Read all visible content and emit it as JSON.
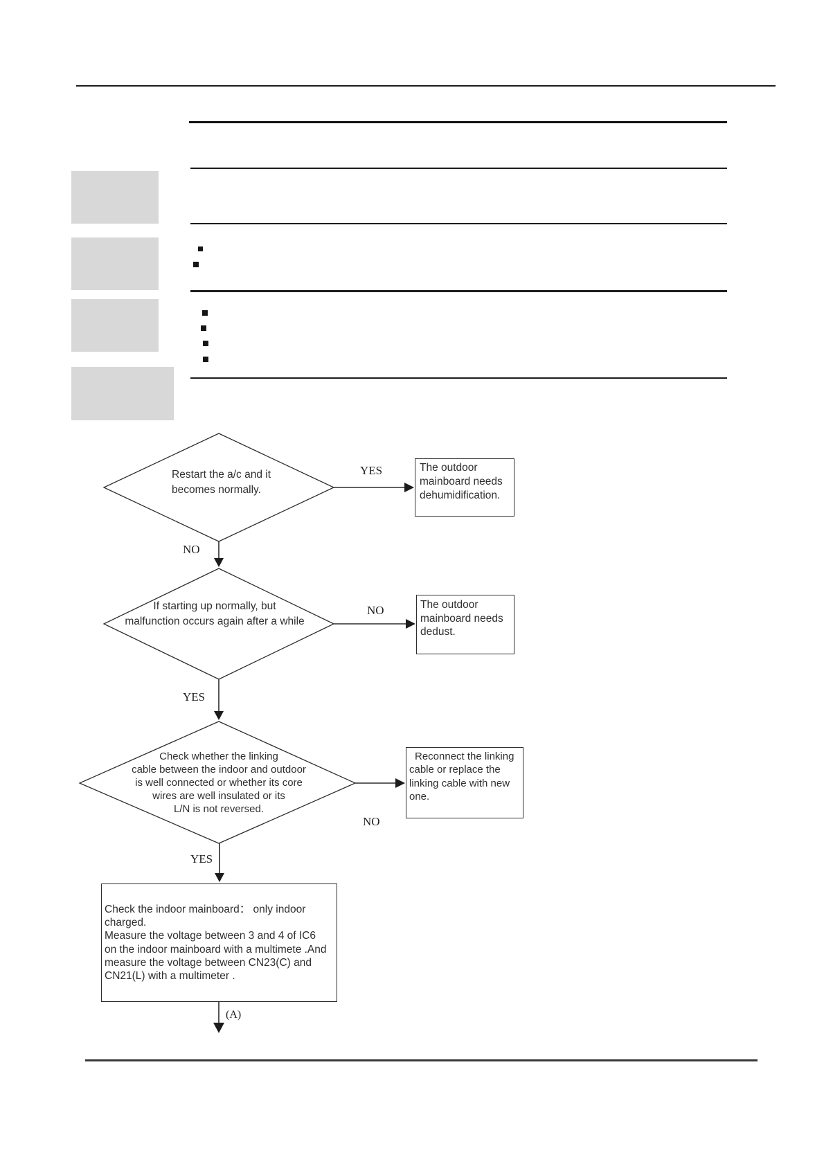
{
  "colors": {
    "rule": "#1c1c1c",
    "sidebar_box": "#d8d8d8",
    "shape_stroke": "#2e2e2e",
    "text": "#2f2f2f"
  },
  "flowchart": {
    "decisions": [
      {
        "lines": [
          "Restart the a/c and it",
          "becomes normally."
        ]
      },
      {
        "lines": [
          "If starting up normally, but",
          "malfunction occurs again after a while"
        ]
      },
      {
        "lines": [
          "Check whether the linking",
          "cable between the indoor and outdoor",
          "is well connected or whether its core",
          "wires are well insulated or its",
          "L/N is not reversed."
        ]
      }
    ],
    "results": [
      {
        "lines": [
          "The outdoor",
          "mainboard needs",
          "dehumidification."
        ]
      },
      {
        "lines": [
          "The outdoor",
          "mainboard needs",
          "dedust."
        ]
      },
      {
        "lines": [
          "Reconnect the linking",
          "cable or replace the",
          "linking cable with new",
          "one."
        ]
      }
    ],
    "process": {
      "lines": [
        "Check the indoor mainboard： only indoor",
        "charged.",
        "Measure the voltage between 3 and 4 of IC6",
        "on the indoor mainboard with a multimete .And",
        "measure the voltage between CN23(C) and",
        "CN21(L)  with a multimeter ."
      ]
    },
    "labels": {
      "yes1": "YES",
      "no1": "NO",
      "no2": "NO",
      "yes2": "YES",
      "no3": "NO",
      "yes3": "YES",
      "a_ref": "(A)"
    }
  }
}
